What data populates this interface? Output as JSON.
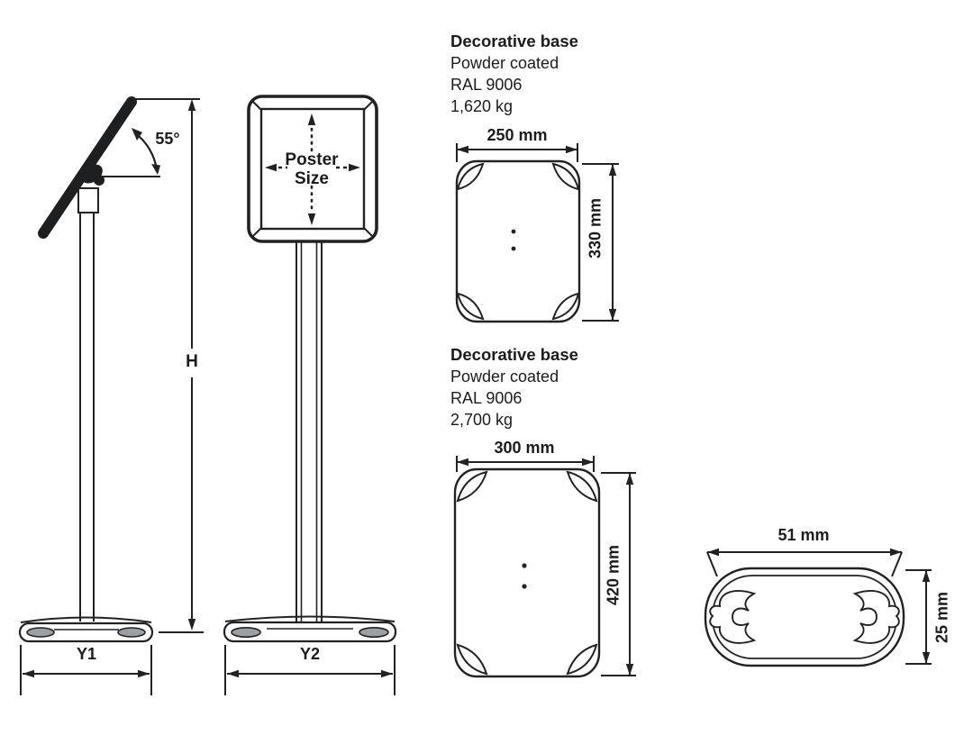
{
  "side_view": {
    "angle": "55°",
    "height": "H",
    "base_width": "Y1"
  },
  "front_view": {
    "poster_line1": "Poster",
    "poster_line2": "Size",
    "base_width": "Y2"
  },
  "base_small": {
    "title": "Decorative base",
    "finish": "Powder coated",
    "ral": "RAL 9006",
    "weight": "1,620 kg",
    "width": "250 mm",
    "depth": "330 mm"
  },
  "base_large": {
    "title": "Decorative base",
    "finish": "Powder coated",
    "ral": "RAL 9006",
    "weight": "2,700 kg",
    "width": "300 mm",
    "depth": "420 mm"
  },
  "profile": {
    "width": "51 mm",
    "height": "25 mm"
  },
  "colors": {
    "line": "#222222",
    "background": "#ffffff",
    "foot_gray": "#9aa0a4",
    "panel_black": "#1d1f21"
  }
}
